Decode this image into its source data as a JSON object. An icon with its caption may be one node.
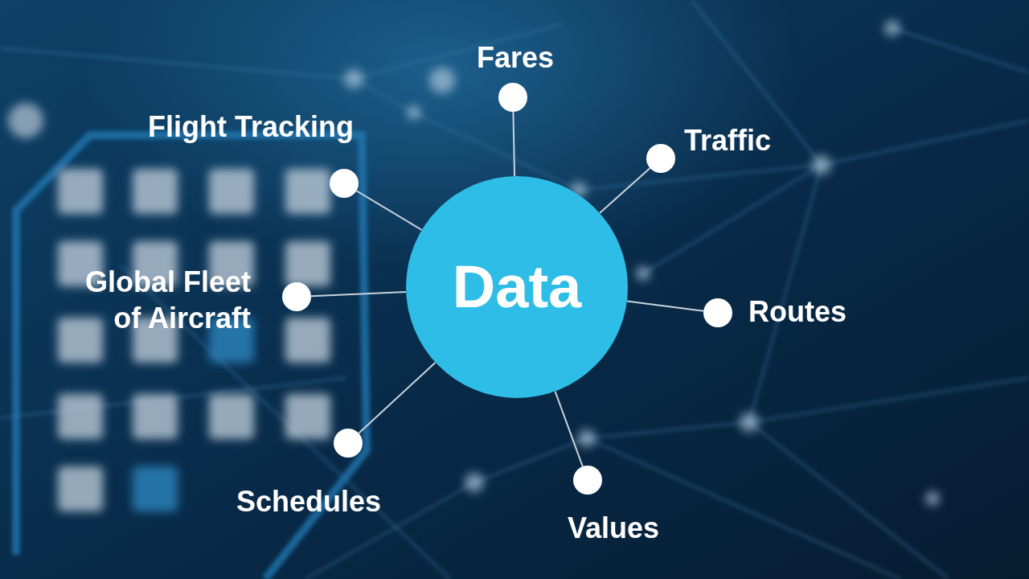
{
  "diagram": {
    "nodes": [
      {
        "text": [
          "Data"
        ]
      },
      {
        "text": [],
        "shape": "circle",
        "beside": [
          "Fares"
        ]
      },
      {
        "text": [],
        "shape": "circle",
        "beside": [
          "Flight Tracking"
        ]
      },
      {
        "text": [],
        "shape": "circle",
        "beside": [
          "Traffic"
        ]
      },
      {
        "text": [],
        "shape": "circle",
        "beside": [
          "Global Fleet of Aircraft"
        ]
      },
      {
        "text": [],
        "shape": "circle",
        "beside": [
          "Routes"
        ]
      },
      {
        "text": [],
        "shape": "circle",
        "beside": [
          "Schedules"
        ]
      },
      {
        "text": [],
        "shape": "circle",
        "beside": [
          "Values"
        ]
      }
    ],
    "edges": [
      {
        "from": 0,
        "to": 1,
        "arrow": "none"
      },
      {
        "from": 0,
        "to": 2,
        "arrow": "none"
      },
      {
        "from": 0,
        "to": 3,
        "arrow": "none"
      },
      {
        "from": 0,
        "to": 4,
        "arrow": "none"
      },
      {
        "from": 0,
        "to": 5,
        "arrow": "none"
      },
      {
        "from": 0,
        "to": 6,
        "arrow": "none"
      },
      {
        "from": 0,
        "to": 7,
        "arrow": "none"
      }
    ]
  }
}
